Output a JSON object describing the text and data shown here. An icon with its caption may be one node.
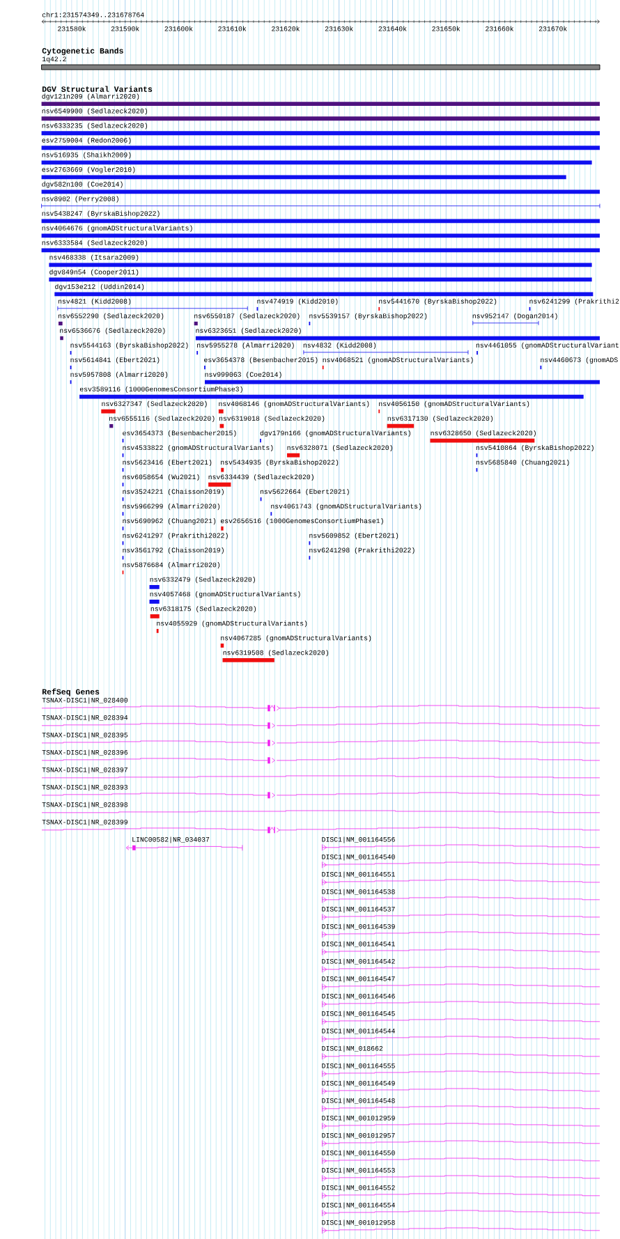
{
  "diagram": {
    "labels": [
      "chr1:231574349..231678764",
      "231580k",
      "231590k",
      "231600k",
      "231610k",
      "231620k",
      "231630k",
      "231640k",
      "231650k",
      "231660k",
      "231670k",
      "Cytogenetic Bands",
      "1q42.2",
      "DGV Structural Variants",
      "dgv121n209 (Almarri2020)",
      "nsv6549900 (Sedlazeck2020)",
      "nsv6333235 (Sedlazeck2020)",
      "esv2759004 (Redon2006)",
      "nsv516935 (Shaikh2009)",
      "esv2763669 (Vogler2010)",
      "dgv582n100 (Coe2014)",
      "nsv8902 (Perry2008)",
      "nsv5438247 (ByrskaBishop2022)",
      "nsv4064676 (gnomADStructuralVariants)",
      "nsv6333584 (Sedlazeck2020)",
      "nsv468338 (Itsara2009)",
      "dgv849n54 (Cooper2011)",
      "dgv153e212 (Uddin2014)",
      "nsv4821 (Kidd2008)",
      "nsv474919 (Kidd2010)",
      "nsv5441670 (ByrskaBishop2022)",
      "nsv6241299 (Prakrithi2",
      "nsv6552290 (Sedlazeck2020)",
      "nsv6550187 (Sedlazeck2020)",
      "nsv5539157 (ByrskaBishop2022)",
      "nsv952147 (Dogan2014)",
      "nsv6536676 (Sedlazeck2020)",
      "nsv6323651 (Sedlazeck2020)",
      "nsv5544163 (ByrskaBishop2022)",
      "nsv5955278 (Almarri2020)",
      "nsv4832 (Kidd2008)",
      "nsv4461055 (gnomADStructuralVariant",
      "nsv5614841 (Ebert2021)",
      "esv3654378 (Besenbacher2015)",
      "nsv4068521 (gnomADStructuralVariants)",
      "nsv4460673 (gnomADS",
      "nsv5957808 (Almarri2020)",
      "nsv999063 (Coe2014)",
      "esv3589116 (1000GenomesConsortiumPhase3)",
      "nsv6327347 (Sedlazeck2020)",
      "nsv4068146 (gnomADStructuralVariants)",
      "nsv4056150 (gnomADStructuralVariants)",
      "nsv6555116 (Sedlazeck2020)",
      "nsv6319018 (Sedlazeck2020)",
      "nsv6317130 (Sedlazeck2020)",
      "esv3654373 (Besenbacher2015)",
      "dgv179n166 (gnomADStructuralVariants)",
      "nsv6328650 (Sedlazeck2020)",
      "nsv4533822 (gnomADStructuralVariants)",
      "nsv6328071 (Sedlazeck2020)",
      "nsv5410864 (ByrskaBishop2022)",
      "nsv5623416 (Ebert2021)",
      "nsv5434935 (ByrskaBishop2022)",
      "nsv5685840 (Chuang2021)",
      "nsv6058654 (Wu2021)",
      "nsv6334439 (Sedlazeck2020)",
      "nsv3524221 (Chaisson2019)",
      "nsv5622664 (Ebert2021)",
      "nsv5966299 (Almarri2020)",
      "nsv4061743 (gnomADStructuralVariants)",
      "nsv5690962 (Chuang2021)",
      "esv2656516 (1000GenomesConsortiumPhase1)",
      "nsv6241297 (Prakrithi2022)",
      "nsv5609852 (Ebert2021)",
      "nsv3561792 (Chaisson2019)",
      "nsv6241298 (Prakrithi2022)",
      "nsv5876684 (Almarri2020)",
      "nsv6332479 (Sedlazeck2020)",
      "nsv4057468 (gnomADStructuralVariants)",
      "nsv6318175 (Sedlazeck2020)",
      "nsv4055929 (gnomADStructuralVariants)",
      "nsv4067285 (gnomADStructuralVariants)",
      "nsv6319508 (Sedlazeck2020)",
      "RefSeq Genes",
      "TSNAX-DISC1|NR_028400",
      "TSNAX-DISC1|NR_028394",
      "TSNAX-DISC1|NR_028395",
      "TSNAX-DISC1|NR_028396",
      "TSNAX-DISC1|NR_028397",
      "TSNAX-DISC1|NR_028393",
      "TSNAX-DISC1|NR_028398",
      "TSNAX-DISC1|NR_028399",
      "LINC00582|NR_034037",
      "DISC1|NM_001164556",
      "DISC1|NM_001164540",
      "DISC1|NM_001164551",
      "DISC1|NM_001164538",
      "DISC1|NM_001164537",
      "DISC1|NM_001164539",
      "DISC1|NM_001164541",
      "DISC1|NM_001164542",
      "DISC1|NM_001164547",
      "DISC1|NM_001164546",
      "DISC1|NM_001164545",
      "DISC1|NM_001164544",
      "DISC1|NM_018662",
      "DISC1|NM_001164555",
      "DISC1|NM_001164549",
      "DISC1|NM_001164548",
      "DISC1|NM_001012959",
      "DISC1|NM_001012957",
      "DISC1|NM_001164550",
      "DISC1|NM_001164553",
      "DISC1|NM_001164552",
      "DISC1|NM_001164554",
      "DISC1|NM_001012958"
    ]
  }
}
